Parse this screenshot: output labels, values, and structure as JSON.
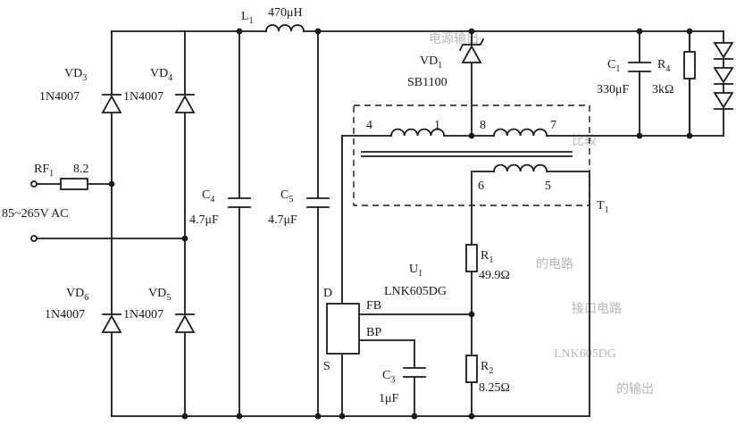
{
  "components": {
    "L1": {
      "ref": "L",
      "sub": "1",
      "value": "470μH"
    },
    "VD1": {
      "ref": "VD",
      "sub": "1",
      "part": "SB1100"
    },
    "C1": {
      "ref": "C",
      "sub": "1",
      "value": "330μF"
    },
    "R4": {
      "ref": "R",
      "sub": "4",
      "value": "3kΩ"
    },
    "VD3": {
      "ref": "VD",
      "sub": "3",
      "part": "1N4007"
    },
    "VD4": {
      "ref": "VD",
      "sub": "4",
      "part": "1N4007"
    },
    "VD5": {
      "ref": "VD",
      "sub": "5",
      "part": "1N4007"
    },
    "VD6": {
      "ref": "VD",
      "sub": "6",
      "part": "1N4007"
    },
    "RF1": {
      "ref": "RF",
      "sub": "1",
      "value": "8.2"
    },
    "C4": {
      "ref": "C",
      "sub": "4",
      "value": "4.7μF"
    },
    "C5": {
      "ref": "C",
      "sub": "5",
      "value": "4.7μF"
    },
    "U1": {
      "ref": "U",
      "sub": "1",
      "part": "LNK605DG",
      "pin_d": "D",
      "pin_s": "S",
      "pin_fb": "FB",
      "pin_bp": "BP"
    },
    "R1": {
      "ref": "R",
      "sub": "1",
      "value": "49.9Ω"
    },
    "R2": {
      "ref": "R",
      "sub": "2",
      "value": "8.25Ω"
    },
    "C3": {
      "ref": "C",
      "sub": "3",
      "value": "1μF"
    },
    "T1": {
      "ref": "T",
      "sub": "1",
      "pin4": "4",
      "pin1": "1",
      "pin8": "8",
      "pin7": "7",
      "pin6": "6",
      "pin5": "5"
    }
  },
  "input_label": "85~265V AC",
  "background_text": [
    "电源输出",
    "比较",
    "的电路",
    "接口电路",
    "LNK605DG",
    "的输出"
  ]
}
